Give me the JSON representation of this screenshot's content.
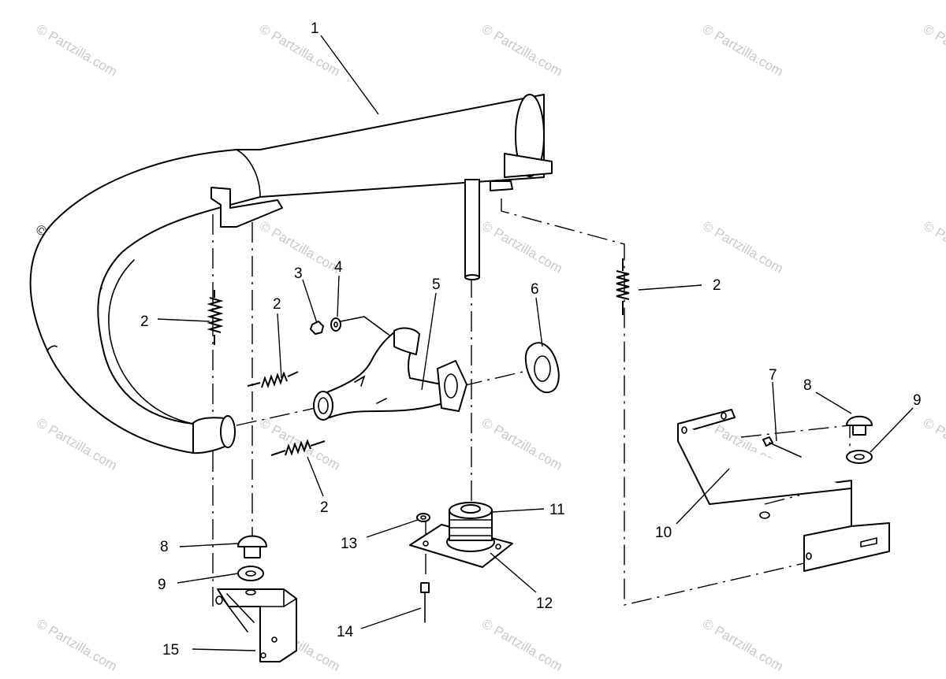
{
  "watermark": {
    "text": "© Partzilla.com",
    "color": "#c9c9c9"
  },
  "callouts": [
    {
      "id": "c1",
      "text": "1"
    },
    {
      "id": "c2a",
      "text": "2"
    },
    {
      "id": "c2b",
      "text": "2"
    },
    {
      "id": "c2c",
      "text": "2"
    },
    {
      "id": "c2d",
      "text": "2"
    },
    {
      "id": "c3",
      "text": "3"
    },
    {
      "id": "c4",
      "text": "4"
    },
    {
      "id": "c5",
      "text": "5"
    },
    {
      "id": "c6",
      "text": "6"
    },
    {
      "id": "c7",
      "text": "7"
    },
    {
      "id": "c8a",
      "text": "8"
    },
    {
      "id": "c8b",
      "text": "8"
    },
    {
      "id": "c9a",
      "text": "9"
    },
    {
      "id": "c9b",
      "text": "9"
    },
    {
      "id": "c10",
      "text": "10"
    },
    {
      "id": "c11",
      "text": "11"
    },
    {
      "id": "c12",
      "text": "12"
    },
    {
      "id": "c13",
      "text": "13"
    },
    {
      "id": "c14",
      "text": "14"
    },
    {
      "id": "c15",
      "text": "15"
    }
  ]
}
